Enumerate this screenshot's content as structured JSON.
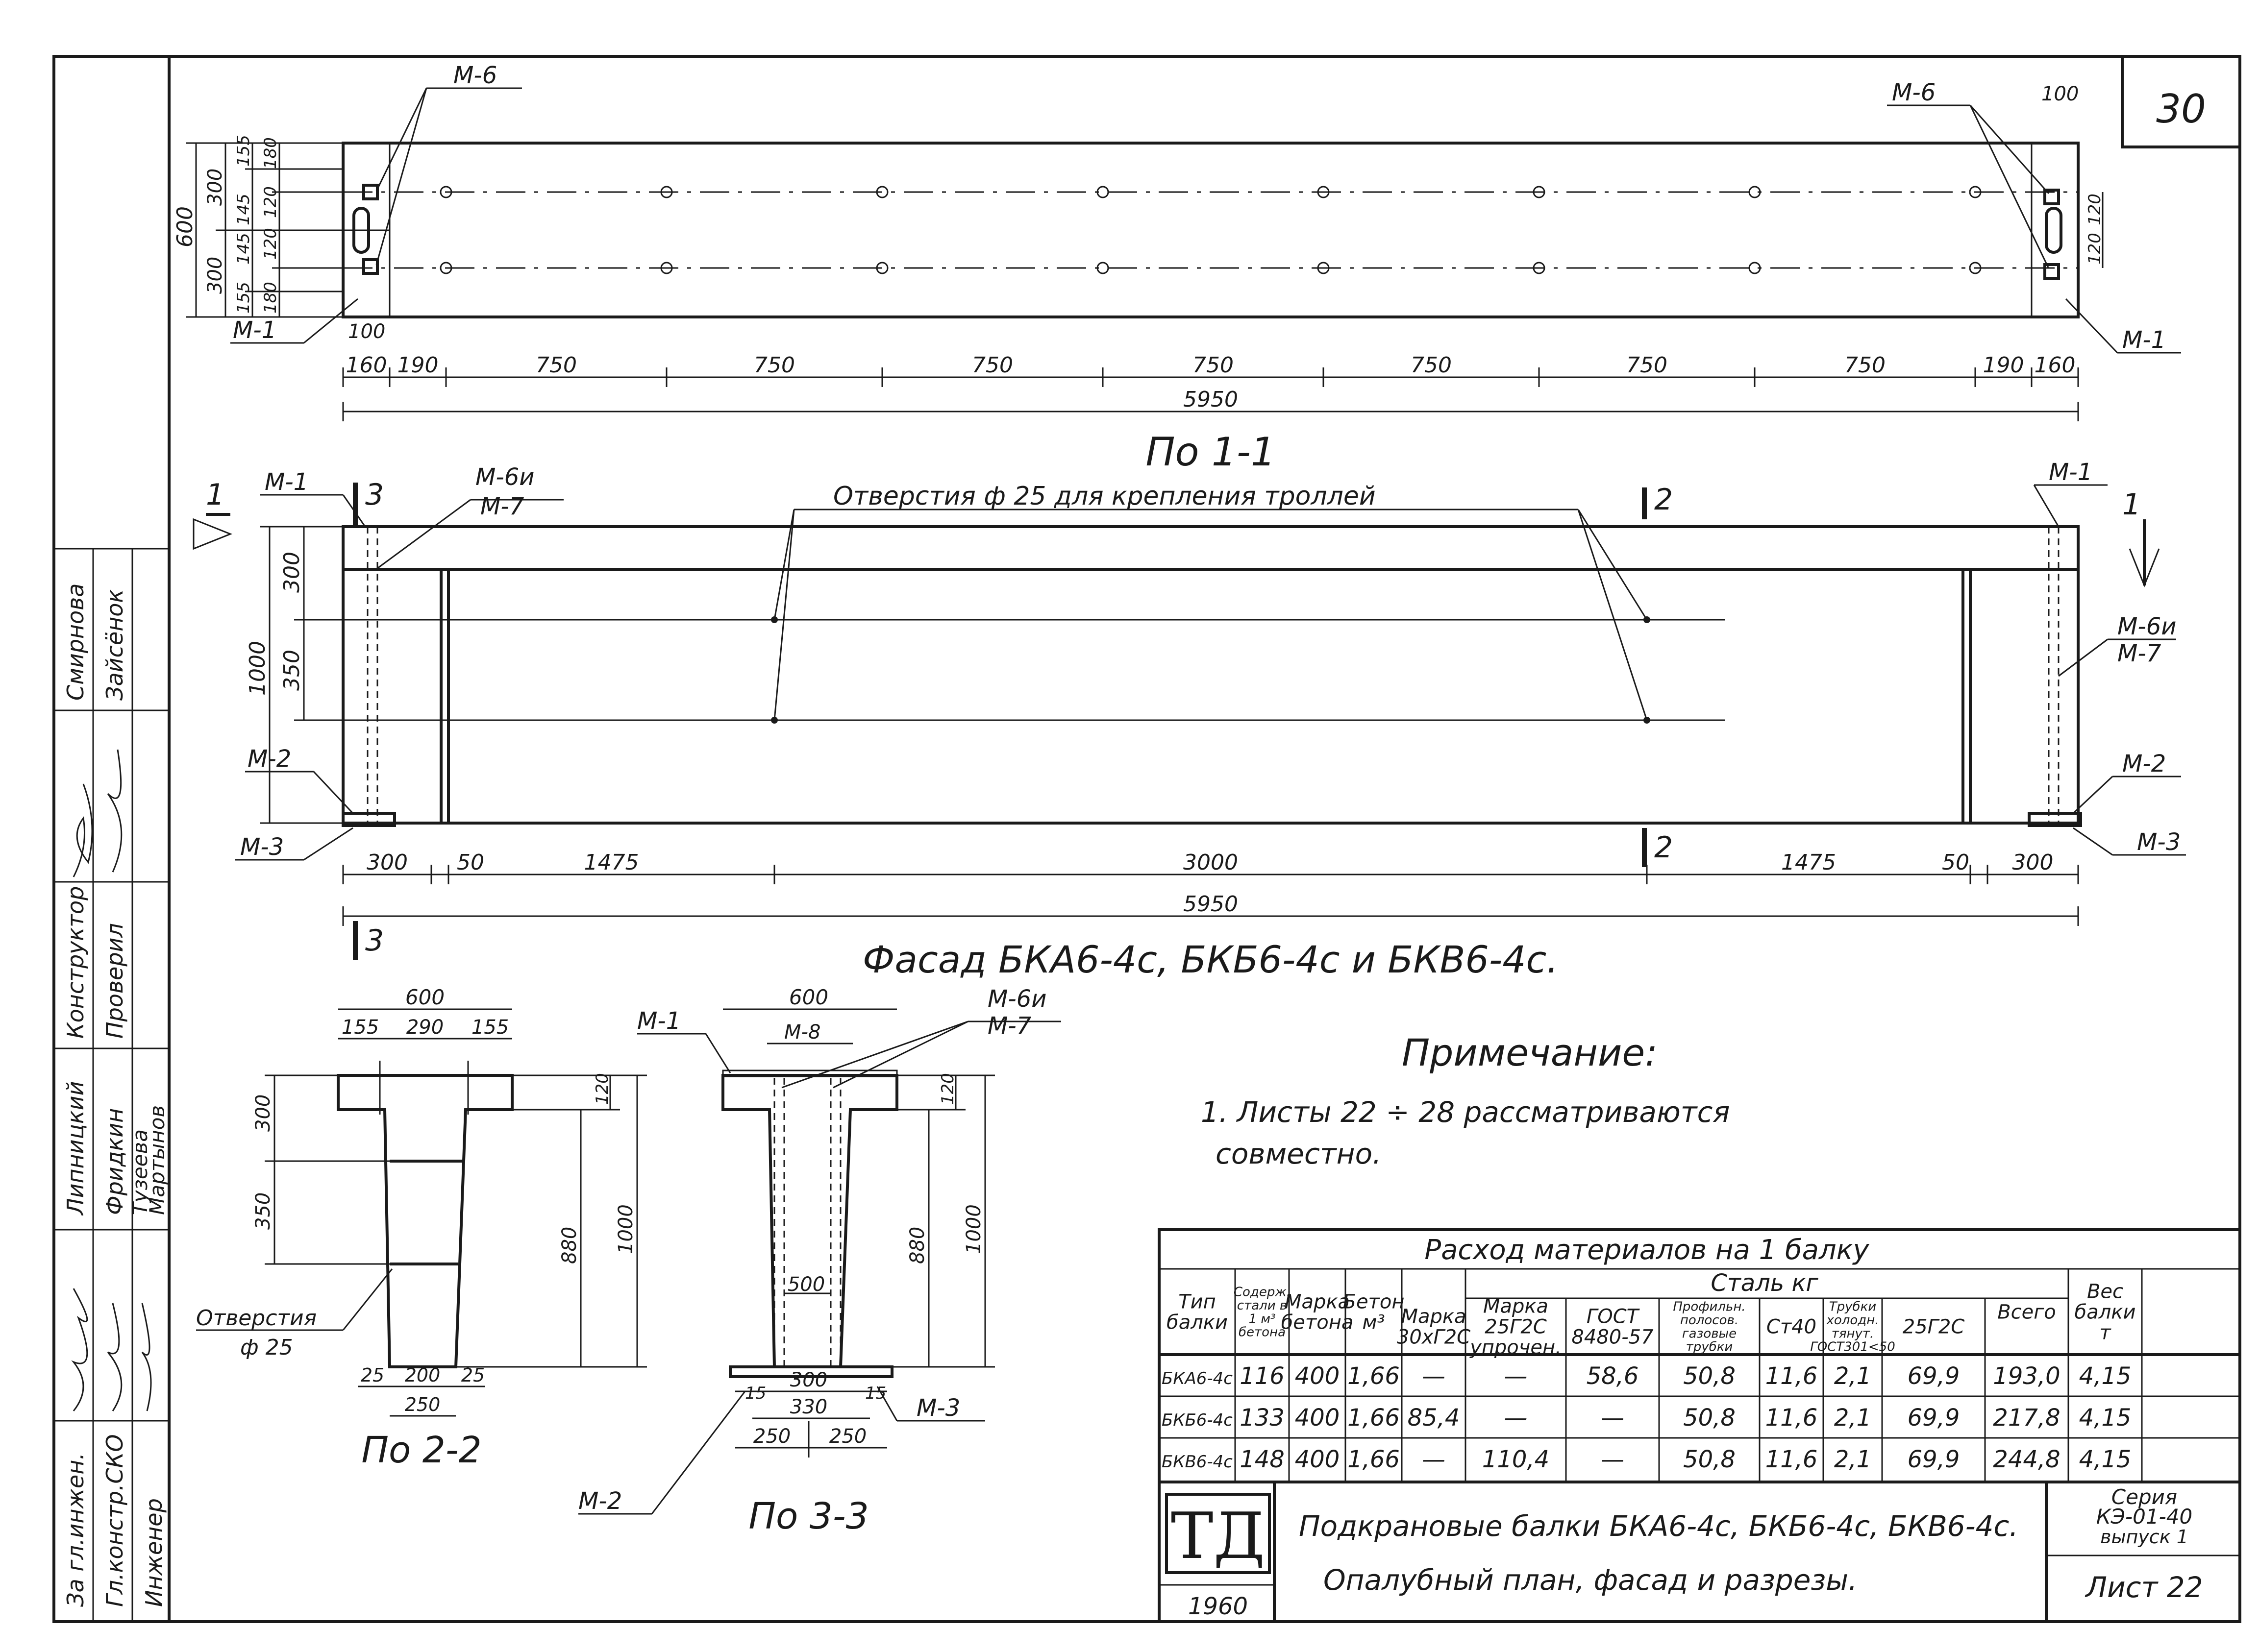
{
  "sheet_number": "30",
  "plan": {
    "title": "По 1-1",
    "labels": {
      "m6": "М-6",
      "m1": "М-1"
    },
    "dims_bottom": [
      "160",
      "190",
      "750",
      "750",
      "750",
      "750",
      "750",
      "750",
      "750",
      "190",
      "160"
    ],
    "total": "5950",
    "dims_left_outer": [
      "300",
      "300"
    ],
    "dims_left_inner": [
      "155",
      "145",
      "145",
      "155"
    ],
    "dims_left_inner2": [
      "180",
      "120",
      "120",
      "180"
    ],
    "height": "600",
    "left_offset": "100",
    "right_offset": "100",
    "right_dims": [
      "120",
      "120"
    ]
  },
  "facade": {
    "title": "Фасад БКА6-4с, БКБ6-4с и БКВ6-4с.",
    "holes_note": "Отверстия ф 25 для крепления троллей",
    "height": "1000",
    "dims_left": [
      "300",
      "350"
    ],
    "dims_bottom": [
      "300",
      "50",
      "1475",
      "3000",
      "1475",
      "50",
      "300"
    ],
    "total": "5950",
    "labels": {
      "m1": "М-1",
      "m6_m7_a": "М-6и",
      "m6_m7_b": "М-7",
      "m2": "М-2",
      "m3": "М-3"
    },
    "cuts": {
      "c1": "1",
      "c2": "2",
      "c3": "3"
    }
  },
  "section22": {
    "title": "По 2-2",
    "top_width": "600",
    "top_dims": [
      "155",
      "290",
      "155"
    ],
    "left_dims": [
      "300",
      "350"
    ],
    "right_dims": [
      "120",
      "880",
      "1000"
    ],
    "bottom_dims": [
      "25",
      "200",
      "25"
    ],
    "bottom_total": "250",
    "holes_a": "Отверстия",
    "holes_b": "ф 25"
  },
  "section33": {
    "title": "По 3-3",
    "top_width": "600",
    "labels": {
      "m1": "М-1",
      "m8": "М-8",
      "m6a": "М-6и",
      "m6b": "М-7",
      "m2": "М-2",
      "m3": "М-3"
    },
    "right_dims": [
      "120",
      "880",
      "1000"
    ],
    "inner": "500",
    "bottom_dims": [
      "15",
      "300",
      "15"
    ],
    "bottom_mid": "330",
    "bottom_pair": [
      "250",
      "250"
    ]
  },
  "note": {
    "heading": "Примечание:",
    "line1": "1. Листы 22 ÷ 28 рассматриваются",
    "line2": "совместно."
  },
  "materials": {
    "title": "Расход материалов на 1 балку",
    "steel_header": "Сталь кг",
    "headers": [
      [
        "Тип",
        "балки"
      ],
      [
        "Содерж.",
        "стали в",
        "1 м³",
        "бетона"
      ],
      [
        "Марка",
        "бетона"
      ],
      [
        "Бетон",
        "м³"
      ],
      [
        "Марка",
        "30хГ2С"
      ],
      [
        "Марка",
        "25Г2С",
        "упрочен."
      ],
      [
        "ГОСТ",
        "8480-57"
      ],
      [
        "Профильн.",
        "полосов.",
        "газовые",
        "трубки"
      ],
      [
        "Ст40"
      ],
      [
        "Трубки",
        "холодн.",
        "тянут.",
        "ГОСТ301<50"
      ],
      [
        "25Г2С"
      ],
      [
        "Всего"
      ],
      [
        "Вес",
        "балки",
        "т"
      ]
    ],
    "rows": [
      [
        "БКА6-4с",
        "116",
        "400",
        "1,66",
        "—",
        "—",
        "58,6",
        "50,8",
        "11,6",
        "2,1",
        "69,9",
        "193,0",
        "4,15"
      ],
      [
        "БКБ6-4с",
        "133",
        "400",
        "1,66",
        "85,4",
        "—",
        "—",
        "50,8",
        "11,6",
        "2,1",
        "69,9",
        "217,8",
        "4,15"
      ],
      [
        "БКВ6-4с",
        "148",
        "400",
        "1,66",
        "—",
        "110,4",
        "—",
        "50,8",
        "11,6",
        "2,1",
        "69,9",
        "244,8",
        "4,15"
      ]
    ]
  },
  "title_block": {
    "logo": "ТД",
    "year": "1960",
    "line1": "Подкрановые балки БКА6-4с, БКБ6-4с, БКВ6-4с.",
    "line2": "Опалубный план, фасад и разрезы.",
    "series_a": "Серия",
    "series_b": "КЭ-01-40",
    "series_c": "выпуск 1",
    "sheet": "Лист 22"
  },
  "stamp": {
    "roles": [
      "За гл.инжен.",
      "Гл.констр.СКО",
      "Инженер"
    ],
    "roles2": [
      "Липницкий",
      "Конструктор",
      "Проверил"
    ],
    "names1": [
      "Смирнова",
      "Зайсёнок"
    ],
    "names2": [
      "Фридкин",
      "Тузеева",
      "Мартынов"
    ]
  }
}
